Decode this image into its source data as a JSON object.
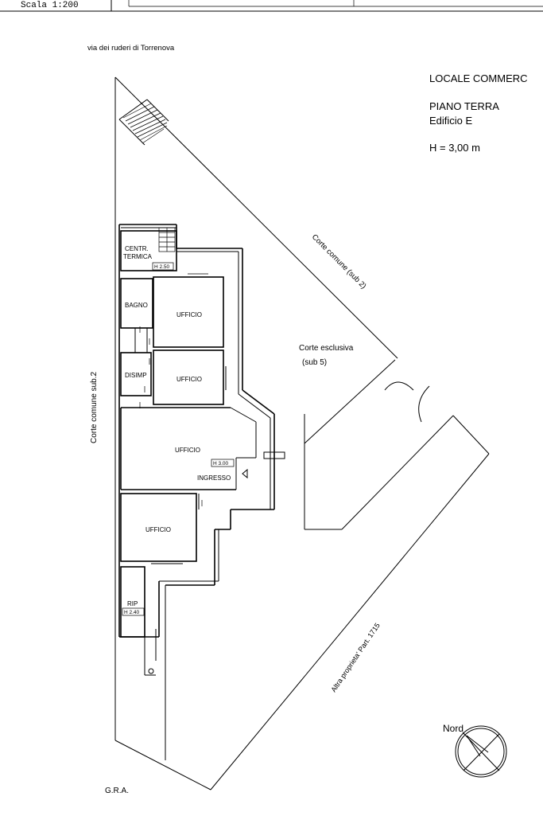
{
  "header": {
    "scale": "Scala 1:200"
  },
  "street_top": "via dei ruderi di Torrenova",
  "title_block": {
    "line1": "LOCALE COMMERC",
    "line2": "PIANO  TERRA",
    "line3": "Edificio E",
    "line4": "H = 3,00 m"
  },
  "rooms": {
    "centrale_line1": "CENTR.",
    "centrale_line2": "TERMICA",
    "centrale_height": "H 2.50",
    "bagno": "BAGNO",
    "ufficio_1": "UFFICIO",
    "disimp": "DISIMP",
    "ufficio_2": "UFFICIO",
    "ufficio_3": "UFFICIO",
    "ufficio_3_height": "H 3.00",
    "ingresso": "INGRESSO",
    "ufficio_4": "UFFICIO",
    "rip": "RIP",
    "rip_height": "H 2.40"
  },
  "areas": {
    "corte_comune_sub2_diag": "Corte comune (sub 2)",
    "corte_esclusiva_line1": "Corte esclusiva",
    "corte_esclusiva_line2": "(sub 5)",
    "corte_comune_vertical": "Corte comune sub.2",
    "altra_proprieta": "Altra proprieta'   Part. 1715",
    "gra": "G.R.A."
  },
  "compass": {
    "label": "Nord"
  }
}
